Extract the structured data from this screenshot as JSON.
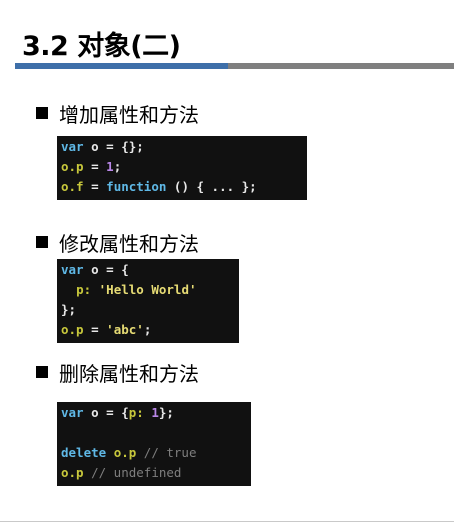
{
  "slide": {
    "title": "3.2 对象(二)"
  },
  "sections": [
    {
      "bullet": "增加属性和方法",
      "code": [
        [
          {
            "t": "kw",
            "v": "var"
          },
          {
            "t": "id",
            "v": " o "
          },
          {
            "t": "op",
            "v": "="
          },
          {
            "t": "id",
            "v": " {};"
          }
        ],
        [
          {
            "t": "prop",
            "v": "o.p"
          },
          {
            "t": "id",
            "v": " "
          },
          {
            "t": "op",
            "v": "="
          },
          {
            "t": "id",
            "v": " "
          },
          {
            "t": "num",
            "v": "1"
          },
          {
            "t": "id",
            "v": ";"
          }
        ],
        [
          {
            "t": "prop",
            "v": "o.f"
          },
          {
            "t": "id",
            "v": " "
          },
          {
            "t": "op",
            "v": "="
          },
          {
            "t": "id",
            "v": " "
          },
          {
            "t": "kw",
            "v": "function"
          },
          {
            "t": "id",
            "v": " () { ... };"
          }
        ]
      ]
    },
    {
      "bullet": "修改属性和方法",
      "code": [
        [
          {
            "t": "kw",
            "v": "var"
          },
          {
            "t": "id",
            "v": " o "
          },
          {
            "t": "op",
            "v": "="
          },
          {
            "t": "id",
            "v": " {"
          }
        ],
        [
          {
            "t": "id",
            "v": "  "
          },
          {
            "t": "prop",
            "v": "p:"
          },
          {
            "t": "id",
            "v": " "
          },
          {
            "t": "str",
            "v": "'Hello World'"
          }
        ],
        [
          {
            "t": "id",
            "v": "};"
          }
        ],
        [
          {
            "t": "prop",
            "v": "o.p"
          },
          {
            "t": "id",
            "v": " "
          },
          {
            "t": "op",
            "v": "="
          },
          {
            "t": "id",
            "v": " "
          },
          {
            "t": "str",
            "v": "'abc'"
          },
          {
            "t": "id",
            "v": ";"
          }
        ]
      ]
    },
    {
      "bullet": "删除属性和方法",
      "code": [
        [
          {
            "t": "kw",
            "v": "var"
          },
          {
            "t": "id",
            "v": " o "
          },
          {
            "t": "op",
            "v": "="
          },
          {
            "t": "id",
            "v": " {"
          },
          {
            "t": "prop",
            "v": "p:"
          },
          {
            "t": "id",
            "v": " "
          },
          {
            "t": "num",
            "v": "1"
          },
          {
            "t": "id",
            "v": "};"
          }
        ],
        [
          {
            "t": "id",
            "v": " "
          }
        ],
        [
          {
            "t": "kw",
            "v": "delete"
          },
          {
            "t": "id",
            "v": " "
          },
          {
            "t": "prop",
            "v": "o.p"
          },
          {
            "t": "id",
            "v": " "
          },
          {
            "t": "cmt",
            "v": "// true"
          }
        ],
        [
          {
            "t": "prop",
            "v": "o.p"
          },
          {
            "t": "id",
            "v": " "
          },
          {
            "t": "cmt",
            "v": "// undefined"
          }
        ]
      ]
    }
  ],
  "colors": {
    "title_rule_blue": "#3e6fa9",
    "title_rule_gray": "#7f7f7f",
    "code_background": "#111111"
  }
}
